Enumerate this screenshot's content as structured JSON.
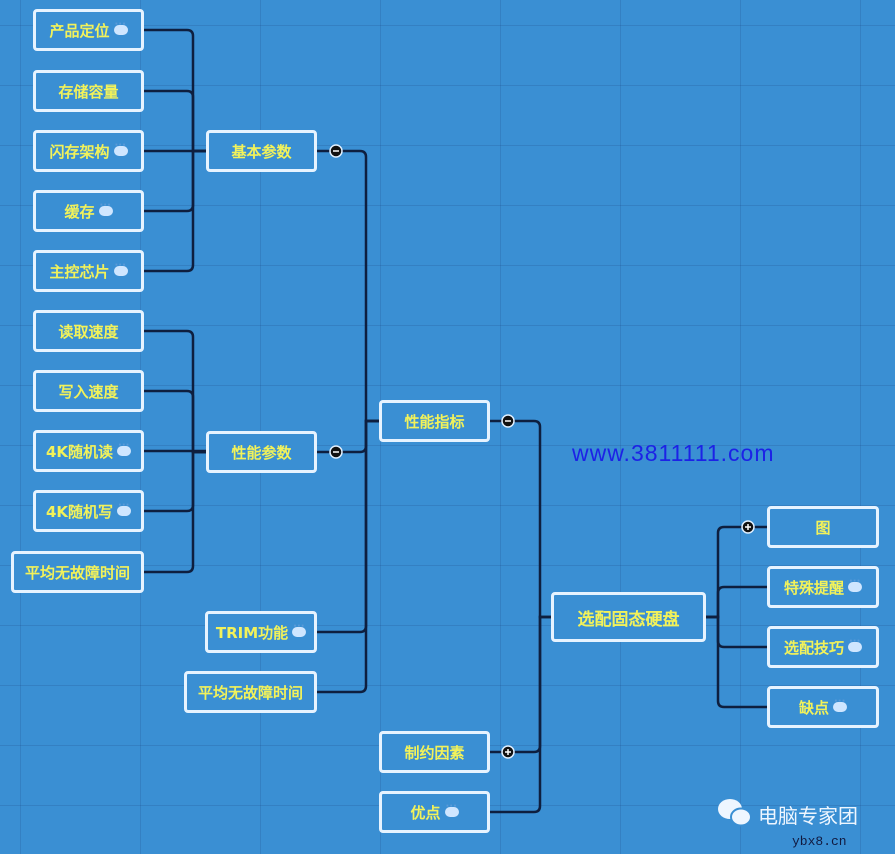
{
  "root": {
    "label": "选配固态硬盘"
  },
  "level1": [
    {
      "label": "性能指标",
      "collapse": "minus"
    },
    {
      "label": "制约因素",
      "collapse": "plus"
    },
    {
      "label": "优点",
      "comment": true
    }
  ],
  "level2": [
    {
      "label": "基本参数",
      "collapse": "minus"
    },
    {
      "label": "性能参数",
      "collapse": "minus"
    },
    {
      "label": "TRIM功能",
      "comment": true
    },
    {
      "label": "平均无故障时间"
    }
  ],
  "basic": [
    {
      "label": "产品定位",
      "comment": true
    },
    {
      "label": "存储容量"
    },
    {
      "label": "闪存架构",
      "comment": true
    },
    {
      "label": "缓存",
      "comment": true
    },
    {
      "label": "主控芯片",
      "comment": true
    }
  ],
  "perf": [
    {
      "label": "读取速度"
    },
    {
      "label": "写入速度"
    },
    {
      "label": "4K随机读",
      "comment": true
    },
    {
      "label": "4K随机写",
      "comment": true
    },
    {
      "label": "平均无故障时间"
    }
  ],
  "right": [
    {
      "label": "图",
      "collapse": "plus"
    },
    {
      "label": "特殊提醒",
      "comment": true
    },
    {
      "label": "选配技巧",
      "comment": true
    },
    {
      "label": "缺点",
      "comment": true
    }
  ],
  "watermark": "www.3811111.com",
  "brand": "电脑专家团",
  "site": "ybx8.cn",
  "colors": {
    "background": "#3a8fd3",
    "node_text": "#f2f25a",
    "node_border": "#e6f3ff",
    "line": "#0e1f3f"
  }
}
